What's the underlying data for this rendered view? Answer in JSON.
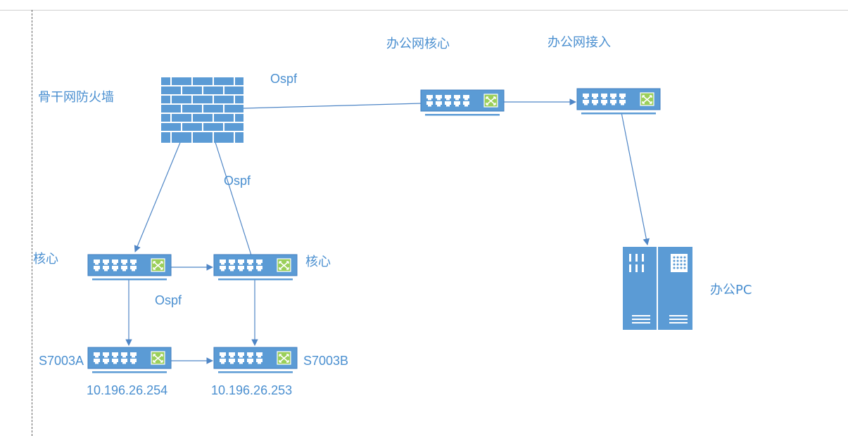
{
  "nodes": {
    "backbone_firewall": {
      "label": "骨干网防火墙"
    },
    "core_left": {
      "label": "核心"
    },
    "core_right": {
      "label": "核心"
    },
    "s7003a": {
      "label": "S7003A",
      "ip": "10.196.26.254"
    },
    "s7003b": {
      "label": "S7003B",
      "ip": "10.196.26.253"
    },
    "office_core": {
      "label": "办公网核心"
    },
    "office_access": {
      "label": "办公网接入"
    },
    "office_pc": {
      "label": "办公PC"
    }
  },
  "links": {
    "firewall_office_core": {
      "label": "Ospf"
    },
    "firewall_core_right": {
      "label": "Ospf"
    },
    "core_left_s7003a": {
      "label": "Ospf"
    }
  },
  "colors": {
    "device_fill": "#5b9bd5",
    "device_stroke": "#3f7ebf",
    "line": "#4f86c6",
    "label": "#4a8fd0",
    "switch_emblem": "#9bcf5a"
  }
}
